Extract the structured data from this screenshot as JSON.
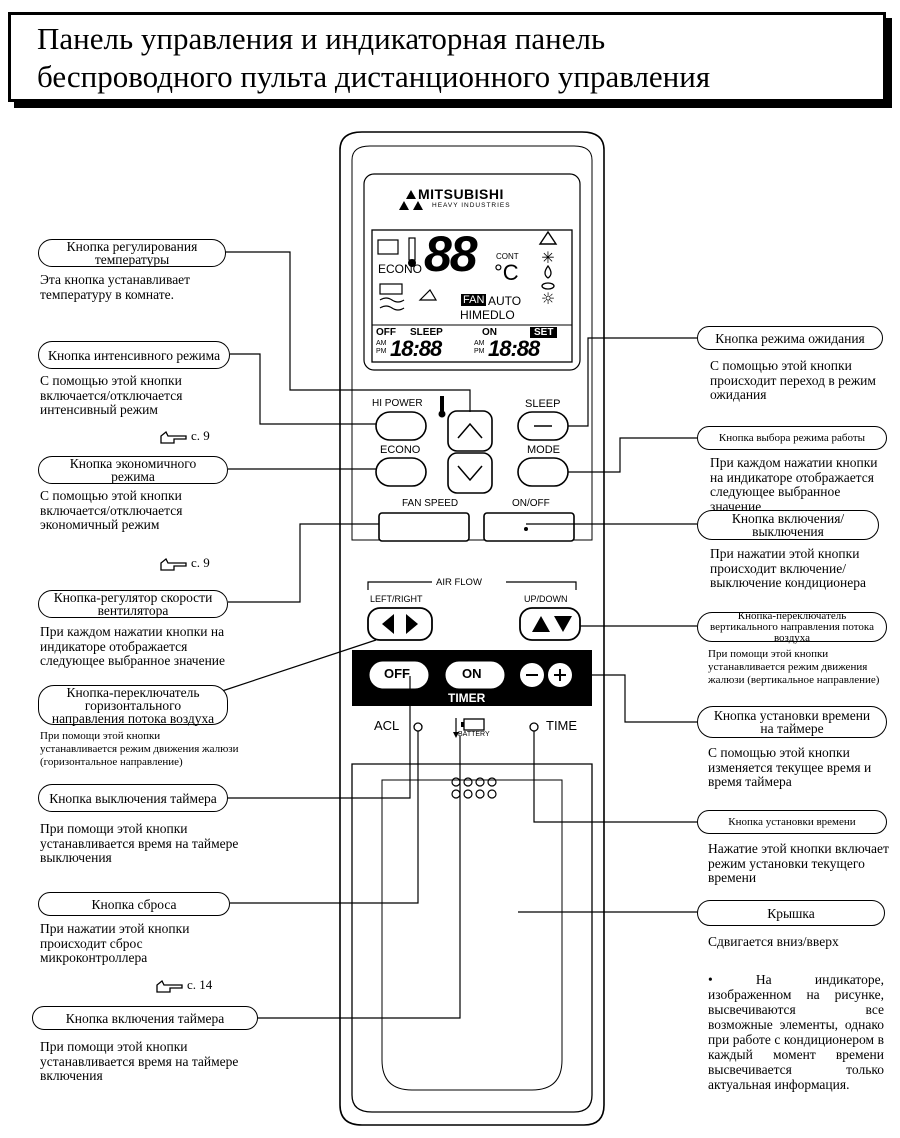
{
  "title": {
    "line1": "Панель управления и индикаторная панель",
    "line2": "беспроводного пульта дистанционного управления"
  },
  "remote": {
    "brand": "MITSUBISHI",
    "brand_sub": "HEAVY INDUSTRIES",
    "lcd": {
      "econo": "ECONO",
      "cont": "CONT",
      "deg": "°C",
      "fan": "FAN",
      "auto": "AUTO",
      "himedlo": "HIMEDLO",
      "off": "OFF",
      "sleep": "SLEEP",
      "on": "ON",
      "set": "SET",
      "am": "AM",
      "pm": "PM",
      "time": "18:88",
      "temp": "88"
    },
    "buttons": {
      "hi_power": "HI POWER",
      "sleep": "SLEEP",
      "econo": "ECONO",
      "mode": "MODE",
      "fan_speed": "FAN SPEED",
      "on_off": "ON/OFF",
      "air_flow": "AIR FLOW",
      "left_right": "LEFT/RIGHT",
      "up_down": "UP/DOWN",
      "timer_off": "OFF",
      "timer_on": "ON",
      "timer": "TIMER",
      "acl": "ACL",
      "battery": "BATTERY",
      "time": "TIME"
    }
  },
  "left": [
    {
      "label": "Кнопка регулирования температуры",
      "desc": "Эта кнопка устанавливает температуру в комнате."
    },
    {
      "label": "Кнопка интенсивного режима",
      "desc": "С помощью этой кнопки включается/отключается интенсивный режим",
      "ref": "с. 9"
    },
    {
      "label": "Кнопка экономичного режима",
      "desc": "С помощью этой кнопки включается/отключается экономичный режим",
      "ref": "с. 9"
    },
    {
      "label": "Кнопка-регулятор скорости вентилятора",
      "desc": "При каждом нажатии кнопки на индикаторе отображается следующее выбранное значение"
    },
    {
      "label": "Кнопка-переключатель горизонтального направления потока воздуха",
      "desc": "При помощи этой кнопки устанавливается режим движения жалюзи (горизонтальное направление)"
    },
    {
      "label": "Кнопка выключения таймера",
      "desc": "При помощи этой кнопки устанавливается время на таймере выключения"
    },
    {
      "label": "Кнопка сброса",
      "desc": "При нажатии этой кнопки происходит сброс микроконтроллера",
      "ref": "с. 14"
    },
    {
      "label": "Кнопка включения таймера",
      "desc": "При помощи этой кнопки устанавливается время на таймере включения"
    }
  ],
  "right": [
    {
      "label": "Кнопка режима ожидания",
      "desc": "С помощью этой кнопки происходит переход в режим ожидания"
    },
    {
      "label": "Кнопка выбора режима работы",
      "desc": "При каждом нажатии кнопки на индикаторе отображается следующее выбранное значение"
    },
    {
      "label": "Кнопка включения/выключения",
      "desc": "При нажатии этой кнопки происходит включение/выключение кондиционера"
    },
    {
      "label": "Кнопка-переключатель вертикального направления потока воздуха",
      "desc": "При помощи этой кнопки устанавливается режим движения жалюзи (вертикальное направление)"
    },
    {
      "label": "Кнопка установки времени на таймере",
      "desc": "С помощью этой кнопки изменяется текущее время и время таймера"
    },
    {
      "label": "Кнопка установки времени",
      "desc": "Нажатие этой кнопки включает режим установки текущего времени"
    },
    {
      "label": "Крышка",
      "desc": "Сдвигается вниз/вверх"
    }
  ],
  "note": "• На индикаторе, изображенном на рисунке, высвечиваются все возможные элементы, однако при работе с кондиционером в каждый момент времени высвечивается только актуальная информация."
}
